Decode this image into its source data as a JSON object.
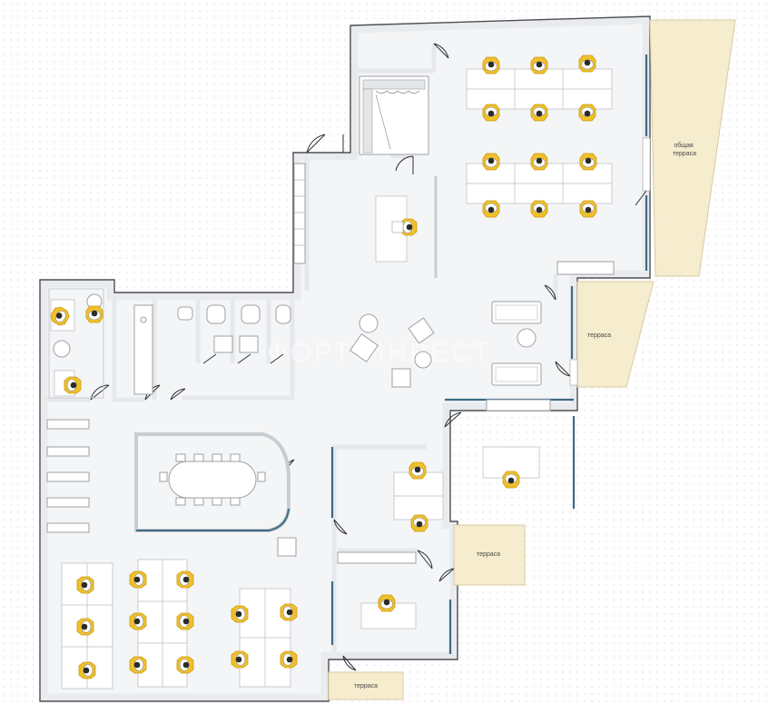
{
  "plan": {
    "terraces": [
      {
        "id": "terrace-shared",
        "label_lines": [
          "общая",
          "терраса"
        ]
      },
      {
        "id": "terrace-east",
        "label_lines": [
          "терраса"
        ]
      },
      {
        "id": "terrace-middle",
        "label_lines": [
          "терраса"
        ]
      },
      {
        "id": "terrace-bottom",
        "label_lines": [
          "терраса"
        ]
      }
    ],
    "watermark": "ФОРТ·ИНВЕСТ"
  },
  "colors": {
    "background": "#ffffff",
    "floor": "#f4f5f6",
    "wall": "#e9ebee",
    "wall_line": "#4b4e52",
    "glass_partition": "#3d6a86",
    "terrace_fill": "#f6ecce",
    "chair_yellow": "#f0c02b",
    "person_dark": "#2b2b2b"
  }
}
